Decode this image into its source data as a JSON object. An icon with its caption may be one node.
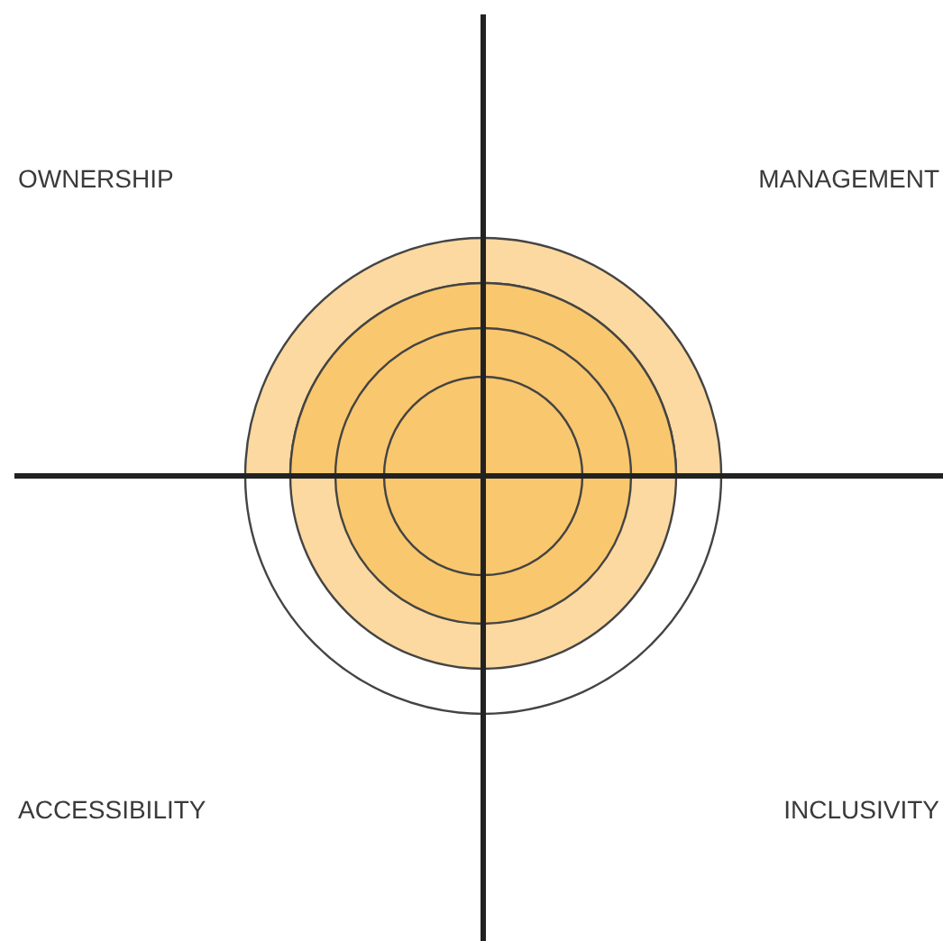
{
  "diagram": {
    "labels": [
      "OWNERSHIP",
      "MANAGEMENT",
      "ACCESSIBILITY",
      "INCLUSIVITY"
    ]
  }
}
